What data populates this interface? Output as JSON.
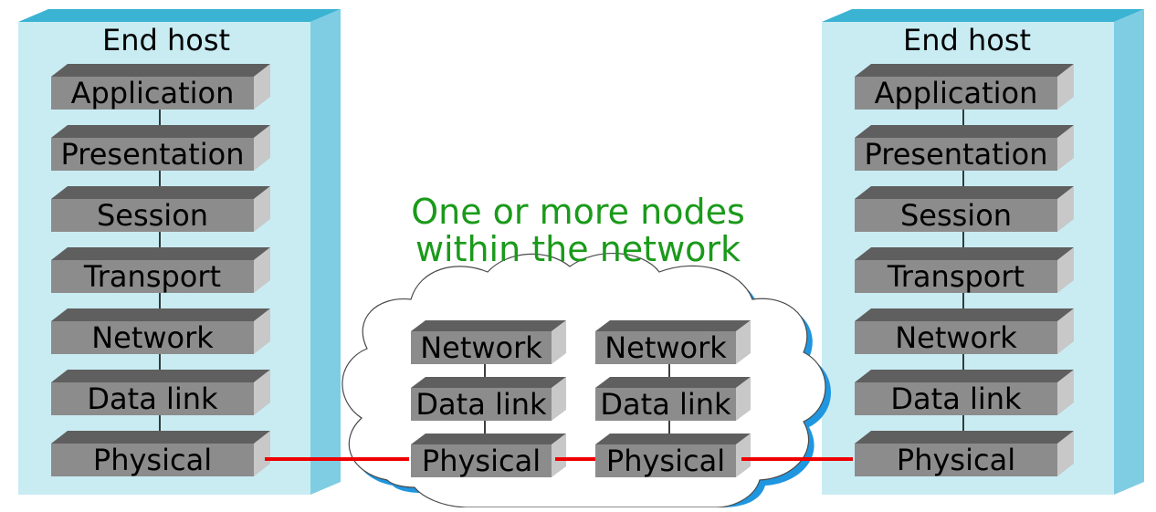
{
  "left_host": {
    "title": "End host",
    "layers": [
      "Application",
      "Presentation",
      "Session",
      "Transport",
      "Network",
      "Data link",
      "Physical"
    ]
  },
  "right_host": {
    "title": "End host",
    "layers": [
      "Application",
      "Presentation",
      "Session",
      "Transport",
      "Network",
      "Data link",
      "Physical"
    ]
  },
  "network": {
    "label_line1": "One or more nodes",
    "label_line2": "within the network",
    "node_a": {
      "layers": [
        "Network",
        "Data link",
        "Physical"
      ]
    },
    "node_b": {
      "layers": [
        "Network",
        "Data link",
        "Physical"
      ]
    }
  },
  "colors": {
    "host_face": "#c9ecf3",
    "host_side": "#7fcde3",
    "host_top": "#3bb3d3",
    "layer_face": "#8c8c8c",
    "layer_side": "#c8c8c8",
    "layer_top": "#5f5f5f",
    "link": "#ee0000",
    "cloud_shadow": "#1f96e0",
    "label": "#1a9a1a"
  }
}
